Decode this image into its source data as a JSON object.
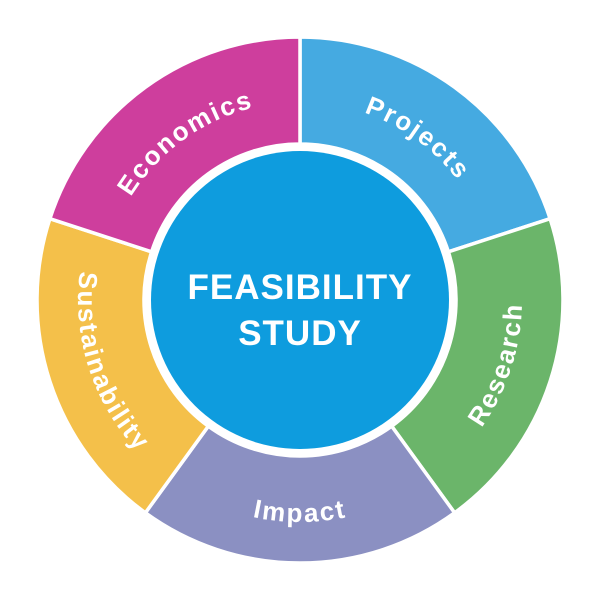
{
  "diagram": {
    "type": "donut-cycle-diagram",
    "background": "#FFFFFF",
    "separator_color": "#FFFFFF",
    "label_color": "#FFFFFF",
    "center": {
      "title_line1": "FEASIBILITY",
      "title_line2": "STUDY",
      "fill": "#0E9CDE",
      "text_color": "#FFFFFF"
    },
    "segments": [
      {
        "label": "Projects",
        "color": "#45AAE1",
        "position": "top-right"
      },
      {
        "label": "Research",
        "color": "#6BB56A",
        "position": "right"
      },
      {
        "label": "Impact",
        "color": "#8B90C2",
        "position": "bottom"
      },
      {
        "label": "Sustainability",
        "color": "#F4C04A",
        "position": "left"
      },
      {
        "label": "Economics",
        "color": "#CE3E9D",
        "position": "top-left"
      }
    ]
  }
}
